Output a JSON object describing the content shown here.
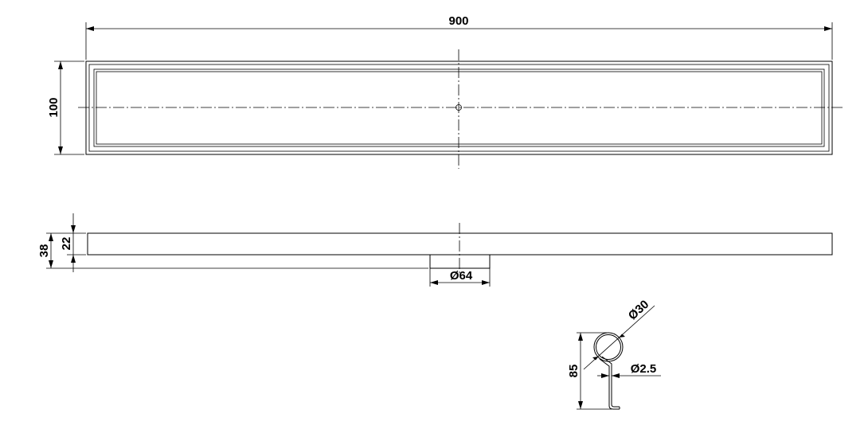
{
  "drawing": {
    "top_view": {
      "length_dim": "900",
      "width_dim": "100"
    },
    "side_view": {
      "total_height_dim": "38",
      "body_height_dim": "22",
      "outlet_diameter_dim": "Ø64"
    },
    "hook_detail": {
      "ring_diameter_dim": "Ø30",
      "wire_diameter_dim": "Ø2.5",
      "height_dim": "85"
    }
  }
}
